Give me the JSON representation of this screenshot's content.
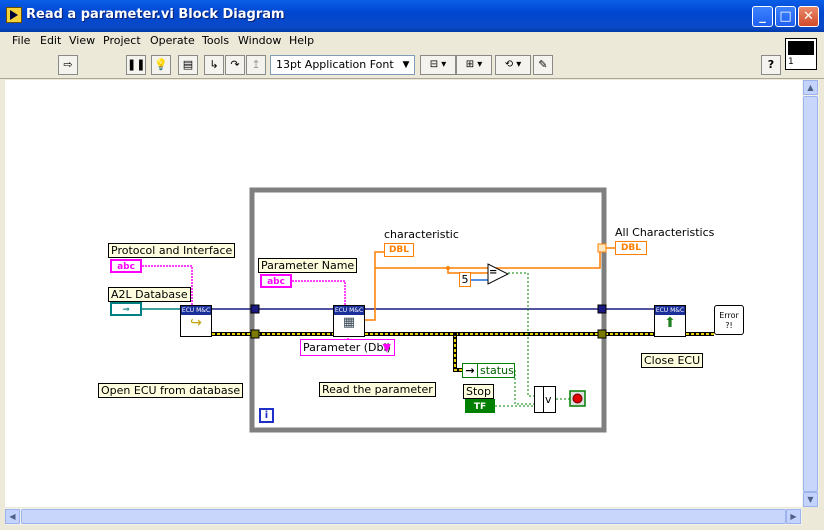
{
  "window": {
    "title": "Read a parameter.vi Block Diagram",
    "minimize": "_",
    "maximize": "□",
    "close": "✕"
  },
  "menu": [
    "File",
    "Edit",
    "View",
    "Project",
    "Operate",
    "Tools",
    "Window",
    "Help"
  ],
  "toolbar": {
    "run_icon": "arrow-icon",
    "font": "13pt Application Font",
    "help": "?"
  },
  "vi_icon_number": "1",
  "diagram": {
    "labels": {
      "protocol": "Protocol and Interface",
      "a2l": "A2L Database",
      "open_ecu": "Open ECU from database",
      "parameter_name": "Parameter Name",
      "parameter_type": "Parameter (Dbl)",
      "read_param": "Read the parameter",
      "characteristic": "characteristic",
      "all_characteristics": "All Characteristics",
      "status": "status",
      "stop": "Stop",
      "close_ecu": "Close ECU",
      "loop_index": "i",
      "constant_5": "5",
      "compare": "=",
      "or": "v",
      "error_label": "Error ?!",
      "subvi_header": "ECU M&C",
      "dbl": "DBL",
      "abc": "abc",
      "tf": "TF"
    }
  },
  "colors": {
    "string": "#ff00ff",
    "dbl": "#ff7f00",
    "bool": "#008000",
    "error": "#c8b400",
    "refnum": "#008080",
    "ecu_ref": "#00007f"
  }
}
